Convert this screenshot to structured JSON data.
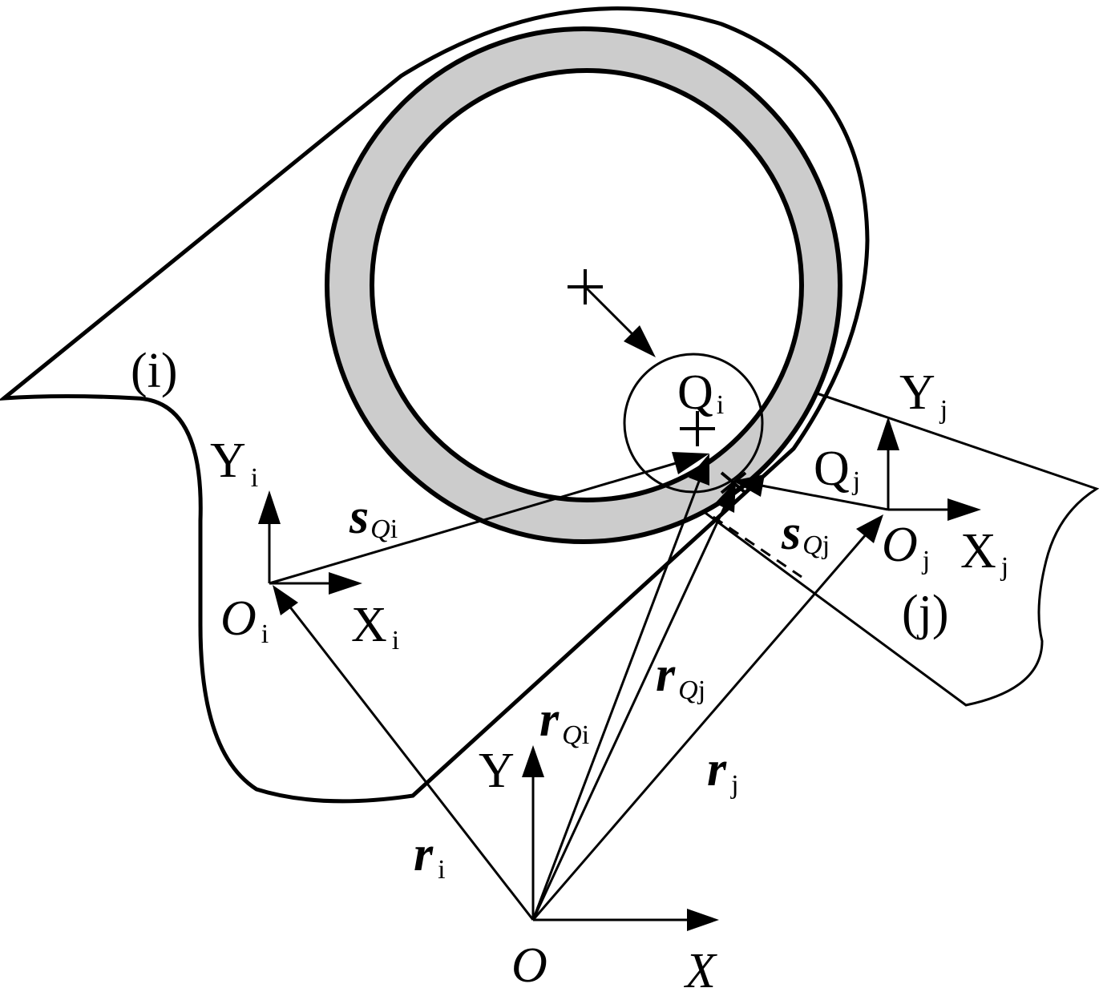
{
  "labels": {
    "body_i": "(i)",
    "body_j": "(j)",
    "Q_i": {
      "main": "Q",
      "sub": "i"
    },
    "Q_j": {
      "main": "Q",
      "sub": "j"
    },
    "Y_i": {
      "main": "Y",
      "sub": "i"
    },
    "X_i": {
      "main": "X",
      "sub": "i"
    },
    "O_i": {
      "main": "O",
      "sub": "i"
    },
    "Y_j": {
      "main": "Y",
      "sub": "j"
    },
    "X_j": {
      "main": "X",
      "sub": "j"
    },
    "O_j": {
      "main": "O",
      "sub": "j"
    },
    "s_Qi": {
      "main": "s",
      "sub1": "Q",
      "sub2": "i"
    },
    "s_Qj": {
      "main": "s",
      "sub1": "Q",
      "sub2": "j"
    },
    "r_Qi": {
      "main": "r",
      "sub1": "Q",
      "sub2": "i"
    },
    "r_Qj": {
      "main": "r",
      "sub1": "Q",
      "sub2": "j"
    },
    "r_i": {
      "main": "r",
      "sub": "i"
    },
    "r_j": {
      "main": "r",
      "sub": "j"
    },
    "Y": "Y",
    "X": "X",
    "O": "O"
  },
  "colors": {
    "ring_fill": "#cccccc",
    "stroke": "#000000",
    "background": "#ffffff"
  }
}
